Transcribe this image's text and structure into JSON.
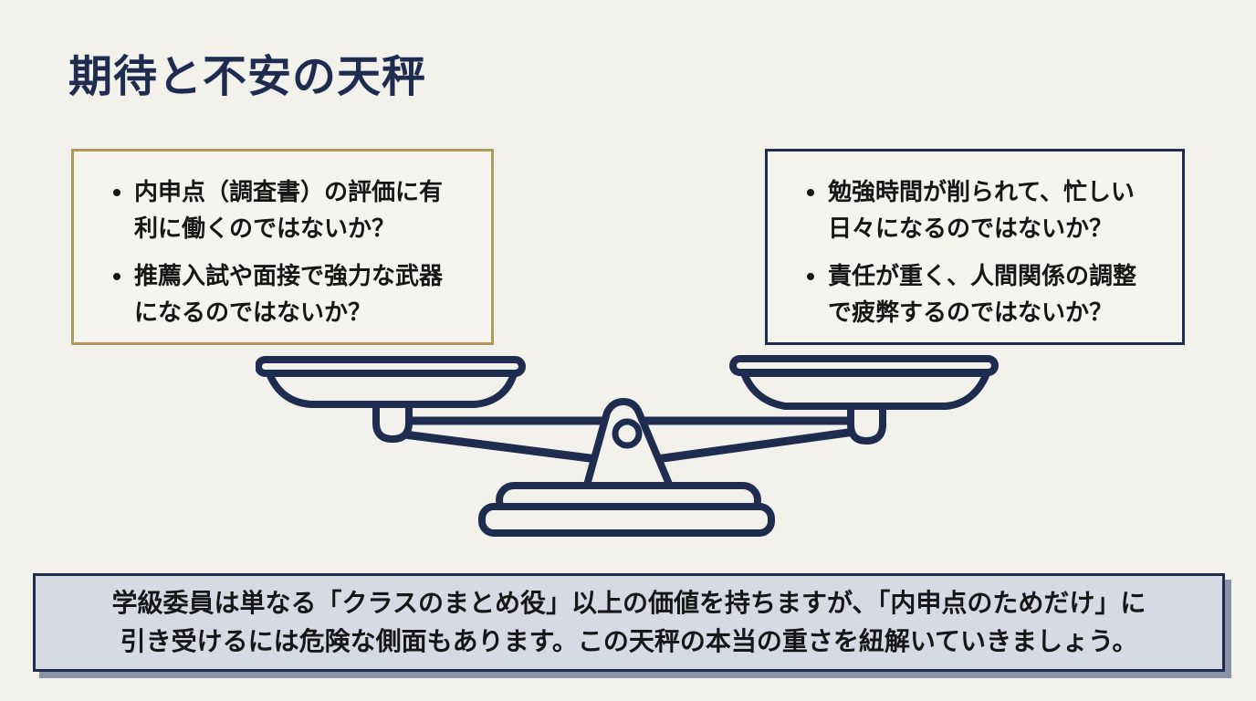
{
  "colors": {
    "bg": "#f2f1ec",
    "box-bg": "#f5f4ef",
    "navy": "#1d2c4f",
    "gold": "#b3985c",
    "text": "#161616",
    "banner-bg": "#d5dae4",
    "banner-shadow": "#8893a7"
  },
  "title": "期待と不安の天秤",
  "expectations_box": {
    "bullets": [
      "内申点（調査書）の評価に有\n利に働くのではないか？",
      "推薦入試や面接で強力な武器\nになるのではないか？"
    ]
  },
  "anxieties_box": {
    "bullets": [
      "勉強時間が削られて、忙しい\n日々になるのではないか？",
      "責任が重く、人間関係の調整\nで疲弊するのではないか？"
    ]
  },
  "icons": {
    "balance_scale": "balance-scale-icon"
  },
  "banner": {
    "text": "学級委員は単なる「クラスのまとめ役」以上の価値を持ちますが、「内申点のためだけ」に\n引き受けるには危険な側面もあります。この天秤の本当の重さを紐解いていきましょう。"
  }
}
